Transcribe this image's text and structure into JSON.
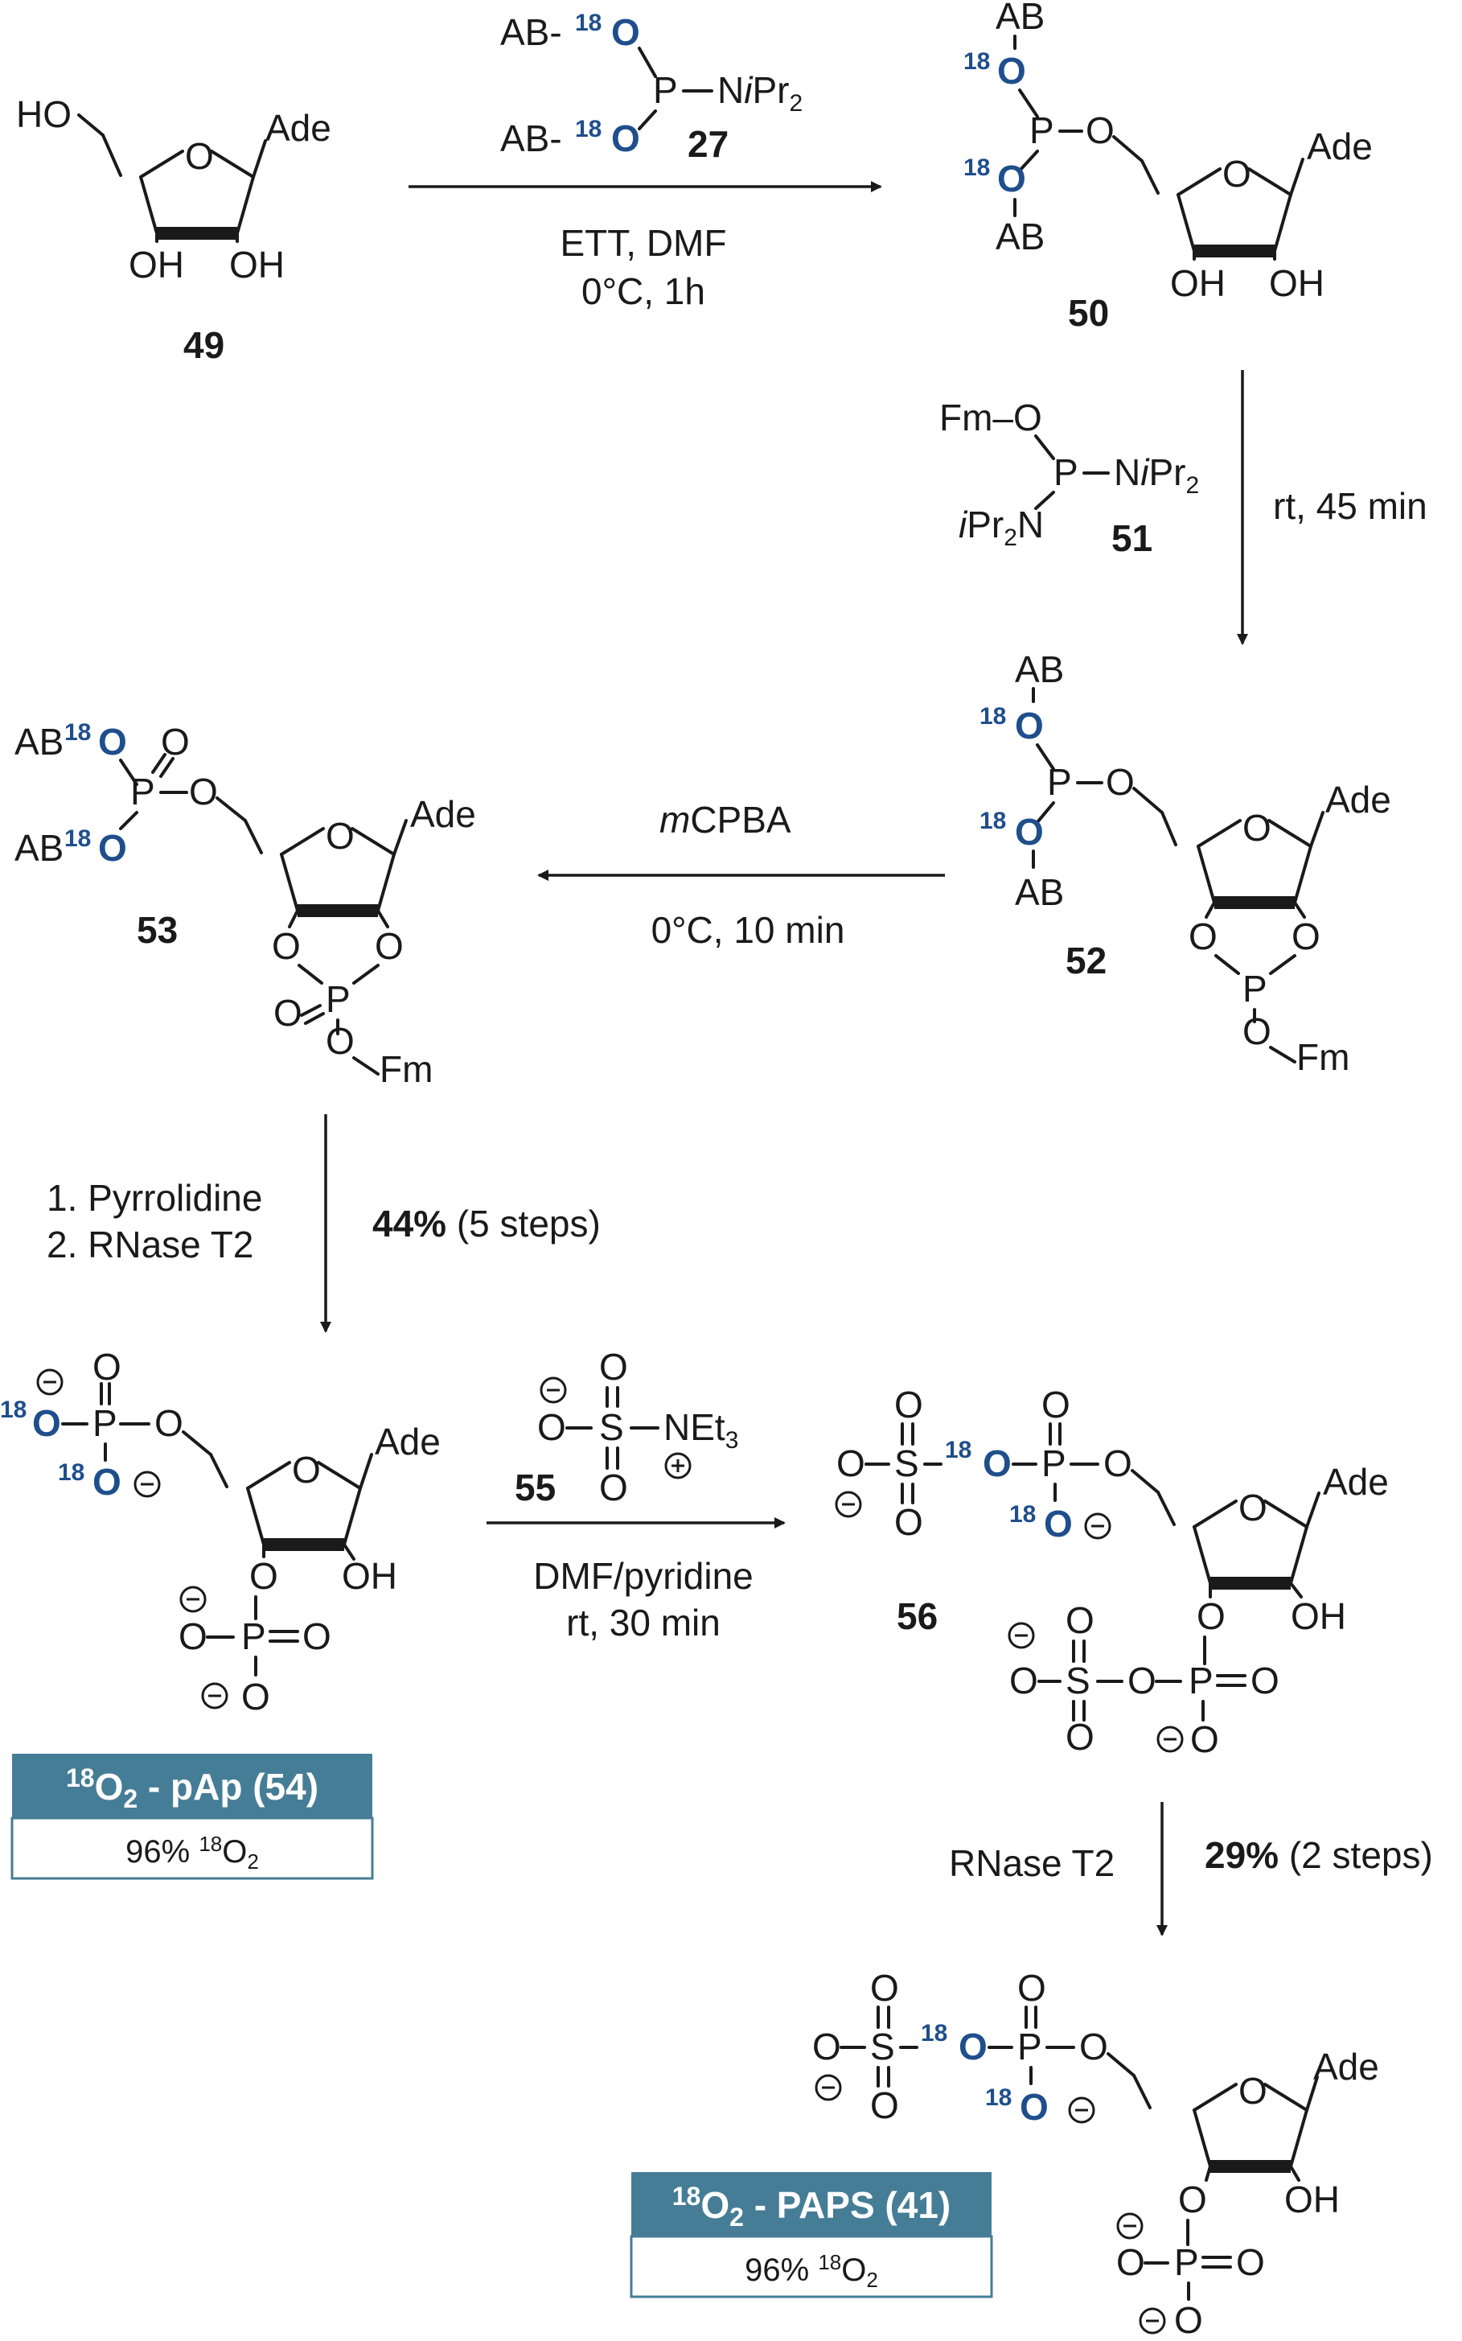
{
  "compounds": {
    "c49": "49",
    "c50": "50",
    "c27": "27",
    "c51": "51",
    "c52": "52",
    "c53": "53",
    "c55": "55",
    "c56": "56"
  },
  "labels": {
    "ade": "Ade",
    "ho": "HO",
    "oh": "OH",
    "o": "O",
    "p": "P",
    "ab": "AB",
    "ab_dash": "AB-",
    "fm": "Fm",
    "fm_o": "Fm–O",
    "nipr2": "N",
    "ipr2n": "iPr",
    "s": "S",
    "net3": "NEt",
    "sup18": "18"
  },
  "steps": {
    "s1_line1": "ETT, DMF",
    "s1_line2": "0°C, 1h",
    "s2": "rt, 45 min",
    "s3_reagent_m": "m",
    "s3_reagent_rest": "CPBA",
    "s3_cond": "0°C, 10 min",
    "s4_line1": "1. Pyrrolidine",
    "s4_line2": "2. RNase T2",
    "s4_yield_bold": "44%",
    "s4_yield_rest": "(5 steps)",
    "s5_line1": "DMF/pyridine",
    "s5_line2": "rt, 30 min",
    "s6_reagent": "RNase T2",
    "s6_yield_bold": "29%",
    "s6_yield_rest": "(2 steps)"
  },
  "boxes": {
    "pap": {
      "prefix": "18",
      "o": "O",
      "sub": "2",
      "title_rest": " - pAp (54)",
      "value_pct": "96%",
      "value_sup": "18",
      "value_o": "O",
      "value_sub": "2"
    },
    "paps": {
      "prefix": "18",
      "o": "O",
      "sub": "2",
      "title_rest": " - PAPS (41)",
      "value_pct": "96%",
      "value_sup": "18",
      "value_o": "O",
      "value_sub": "2"
    }
  },
  "colors": {
    "isotope": "#1f4e8c",
    "box_header": "#467d96"
  }
}
